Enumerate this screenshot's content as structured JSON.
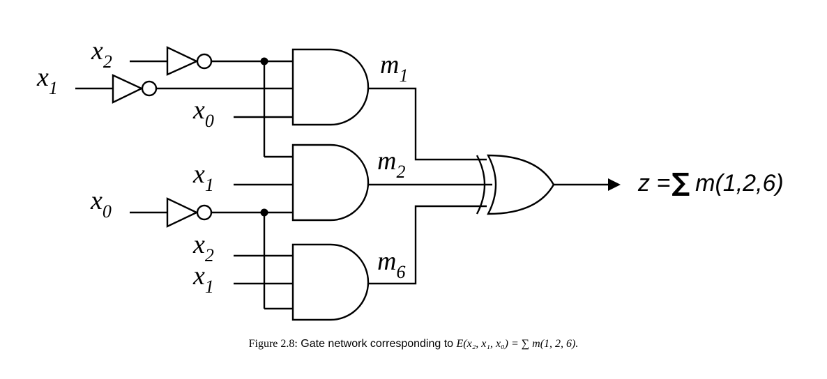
{
  "gate_inputs": {
    "top_left_x2": {
      "var": "x",
      "sub": "2"
    },
    "top_left_x1": {
      "var": "x",
      "sub": "1"
    },
    "m1_x0": {
      "var": "x",
      "sub": "0"
    },
    "m2_x1": {
      "var": "x",
      "sub": "1"
    },
    "mid_left_x0": {
      "var": "x",
      "sub": "0"
    },
    "m6_x2": {
      "var": "x",
      "sub": "2"
    },
    "m6_x1": {
      "var": "x",
      "sub": "1"
    }
  },
  "minterms": {
    "m1": {
      "var": "m",
      "sub": "1"
    },
    "m2": {
      "var": "m",
      "sub": "2"
    },
    "m6": {
      "var": "m",
      "sub": "6"
    }
  },
  "output": {
    "lhs": "z =",
    "sigma": "∑",
    "rhs": "m(1,2,6)"
  },
  "caption": {
    "prefix": "Figure 2.8:",
    "text": "Gate network corresponding to",
    "expr": "E(x₂, x₁, x₀) = ∑ m(1, 2, 6)."
  }
}
